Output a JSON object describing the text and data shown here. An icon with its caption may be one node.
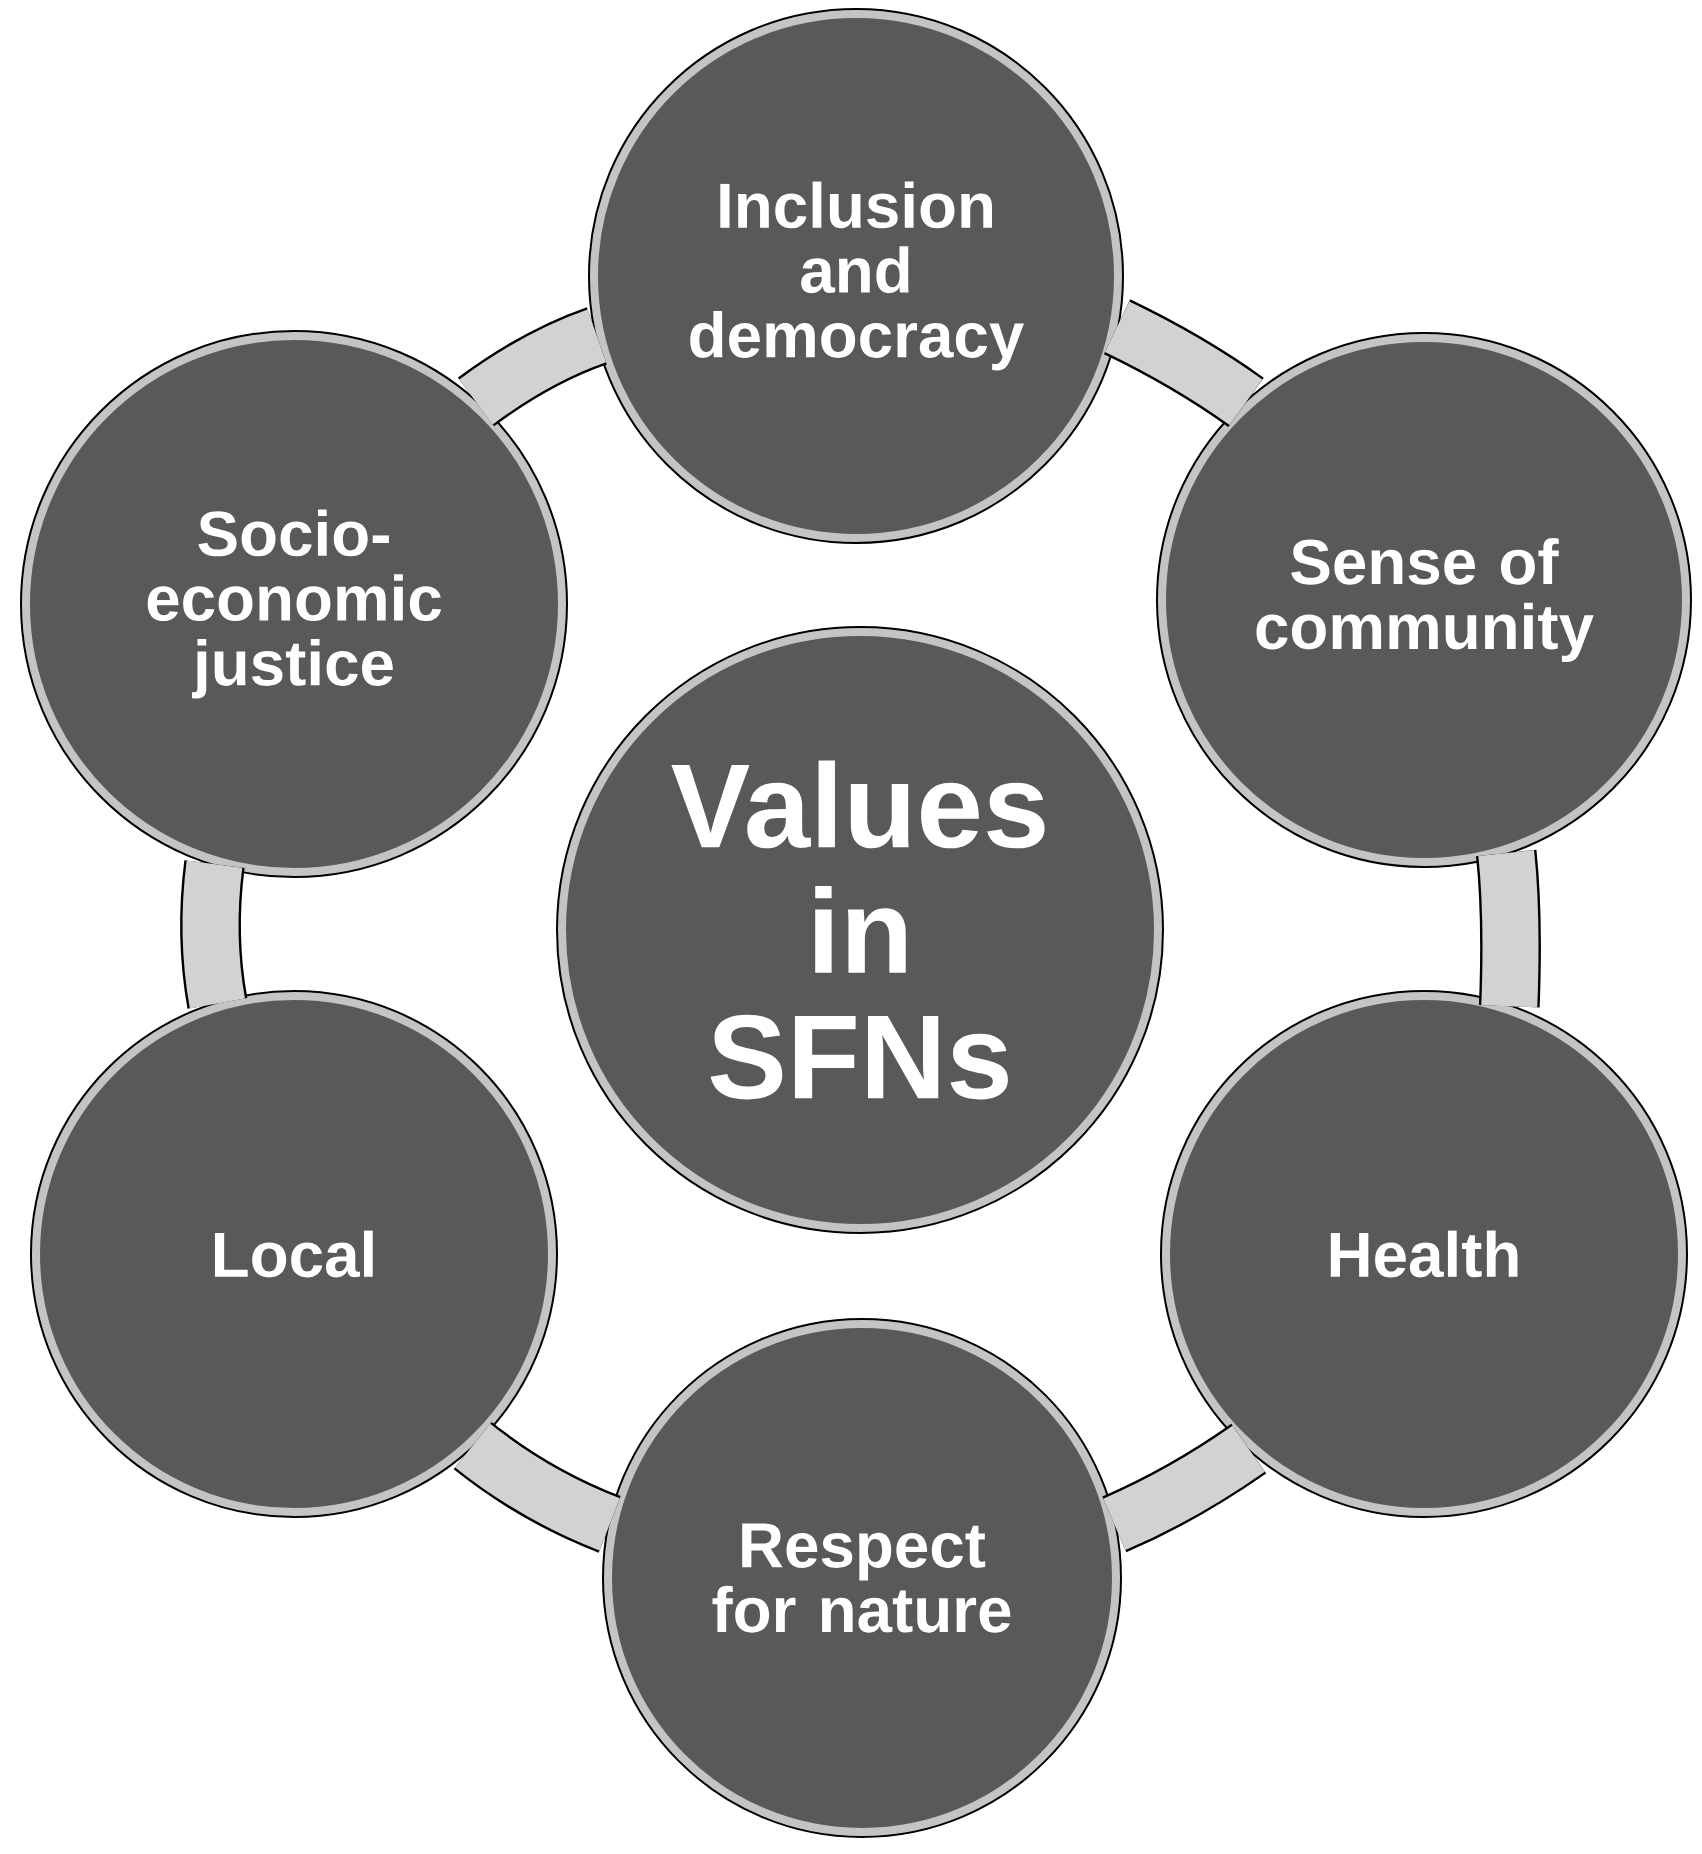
{
  "diagram": {
    "nodes": [
      {
        "text": [
          "Inclusion and democracy"
        ]
      },
      {
        "text": [
          "Socio-economic justice"
        ]
      },
      {
        "text": [
          "Sense of community"
        ]
      },
      {
        "text": [
          "Values in SFNs"
        ]
      },
      {
        "text": [
          "Local"
        ]
      },
      {
        "text": [
          "Health"
        ]
      },
      {
        "text": [
          "Respect for nature"
        ]
      }
    ],
    "edges": [
      {
        "from": 0,
        "to": 2,
        "arrow": "none"
      },
      {
        "from": 2,
        "to": 5,
        "arrow": "none"
      },
      {
        "from": 5,
        "to": 6,
        "arrow": "none"
      },
      {
        "from": 6,
        "to": 4,
        "arrow": "none"
      },
      {
        "from": 4,
        "to": 1,
        "arrow": "none"
      },
      {
        "from": 1,
        "to": 0,
        "arrow": "none"
      }
    ]
  }
}
